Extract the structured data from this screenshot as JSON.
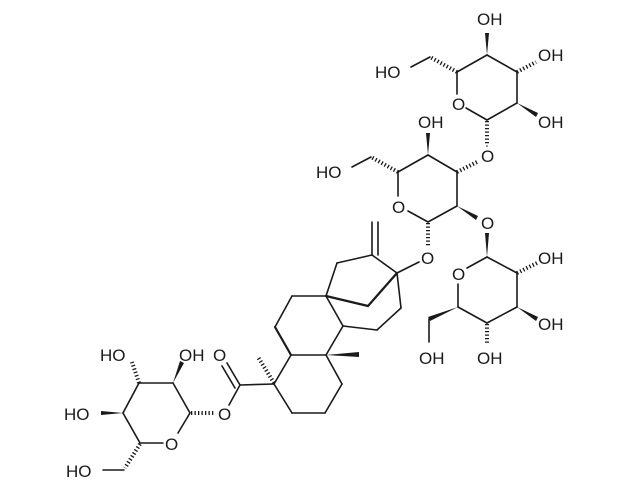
{
  "figure": {
    "type": "chemical-structure",
    "description": "Skeletal formula of a kaurene-type diterpenoid glycoside (rebaudioside A-like): steviol core with a glucosyl ester at C19 and a trisaccharide at C13",
    "background": "#ffffff",
    "ink_color": "#1a1a1a"
  },
  "labels": {
    "top_sugar": {
      "c4_oh": "OH",
      "c3_oh": "OH",
      "c2_oh": "OH",
      "c6_ho": "HO",
      "ring_o": "O"
    },
    "middle_sugar": {
      "c4_oh": "OH",
      "c6_ho": "HO",
      "ring_o": "O",
      "link_o_top": "O",
      "link_o_right": "O",
      "link_o_aglycone": "O"
    },
    "right_sugar": {
      "c2_oh": "OH",
      "c3_oh": "OH",
      "c4_oh": "OH",
      "c6_oh": "OH",
      "ring_o": "O"
    },
    "ester": {
      "carbonyl_o": "O",
      "ester_o": "O"
    },
    "bottom_sugar": {
      "c3_ho": "HO",
      "c2_oh": "OH",
      "c4_ho": "HO",
      "c6_ho": "HO",
      "ring_o": "O"
    }
  }
}
